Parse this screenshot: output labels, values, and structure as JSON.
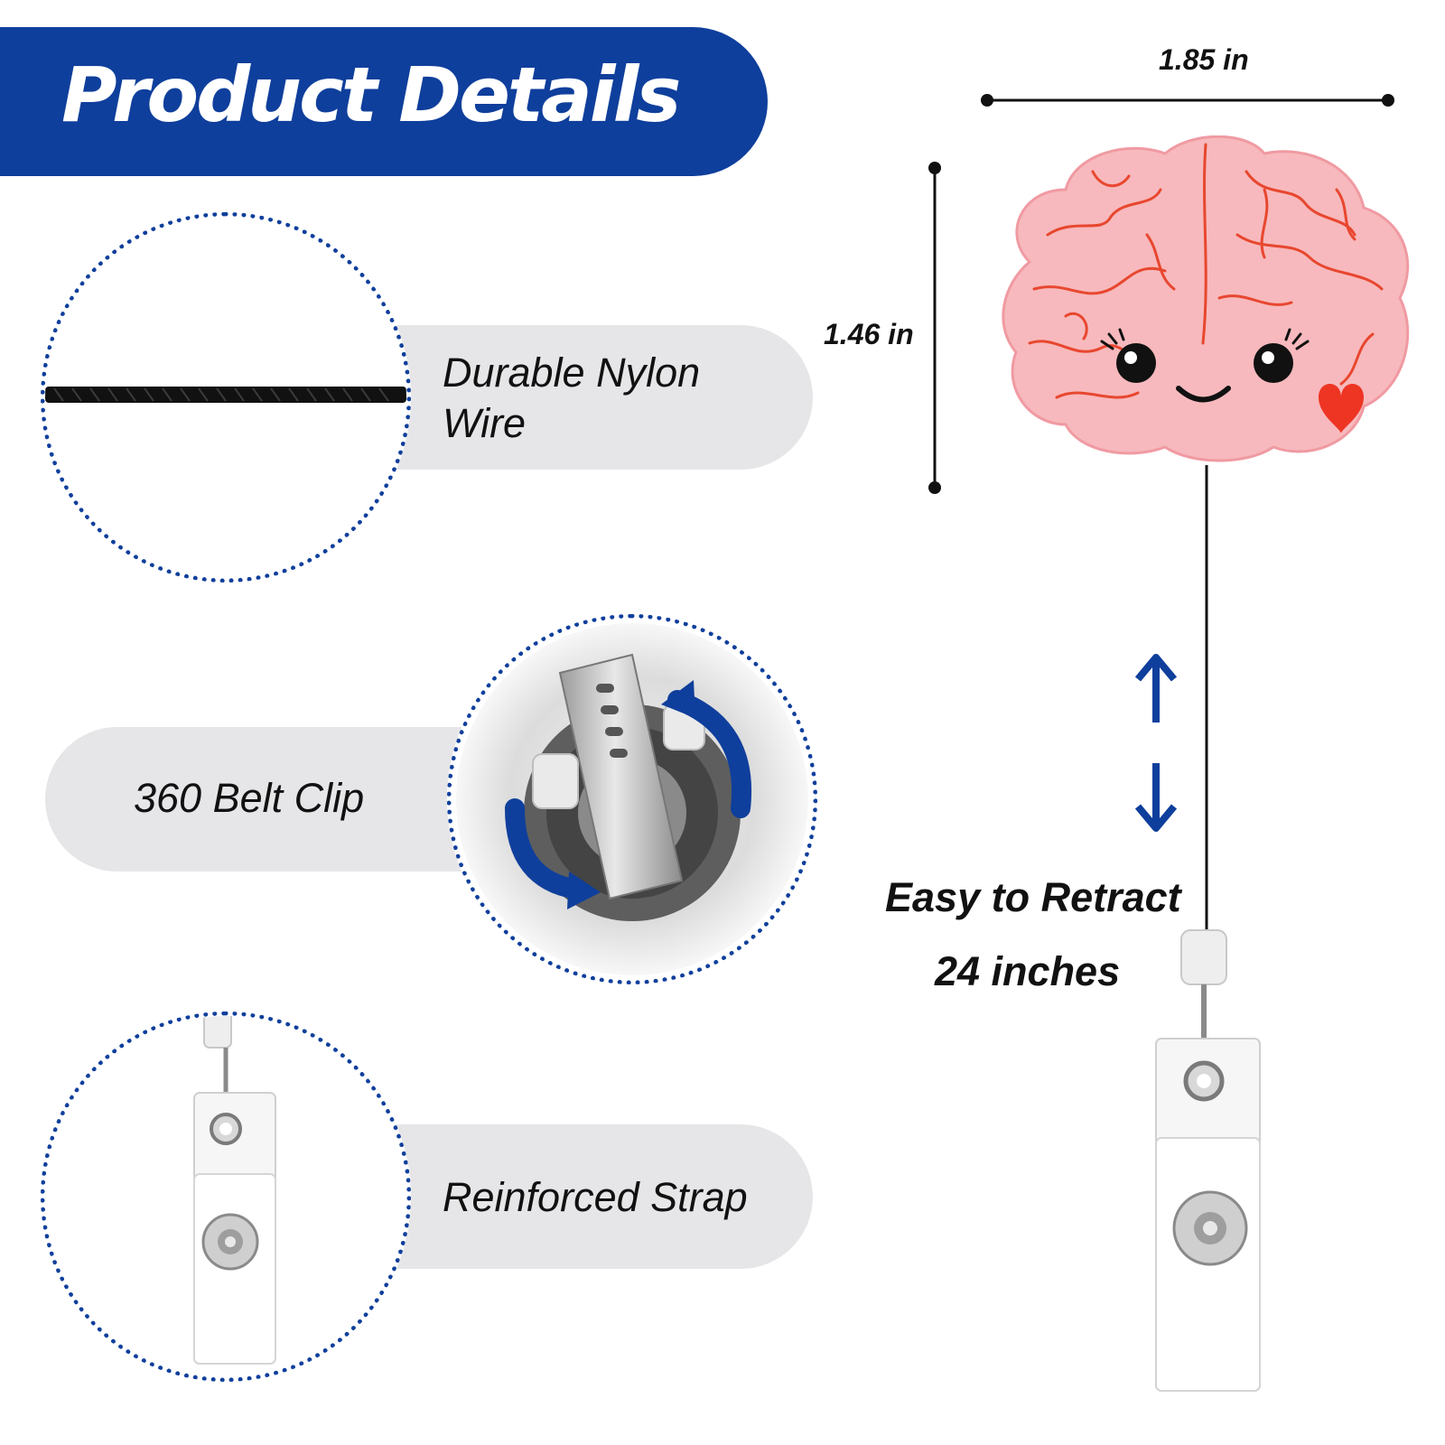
{
  "header": {
    "title": "Product Details"
  },
  "features": [
    {
      "label": "Durable Nylon Wire",
      "icon": "nylon-wire"
    },
    {
      "label": "360 Belt Clip",
      "icon": "rotating-clip"
    },
    {
      "label": "Reinforced Strap",
      "icon": "badge-strap"
    }
  ],
  "dimensions": {
    "width_label": "1.85 in",
    "height_label": "1.46 in"
  },
  "retract": {
    "line1": "Easy to Retract",
    "line2": "24 inches"
  },
  "colors": {
    "brand_blue": "#0f3f9c",
    "pill_gray": "#e6e6e8",
    "brain_pink": "#f7b9bd",
    "brain_lines": "#e8472f",
    "heart_red": "#ee3524"
  }
}
